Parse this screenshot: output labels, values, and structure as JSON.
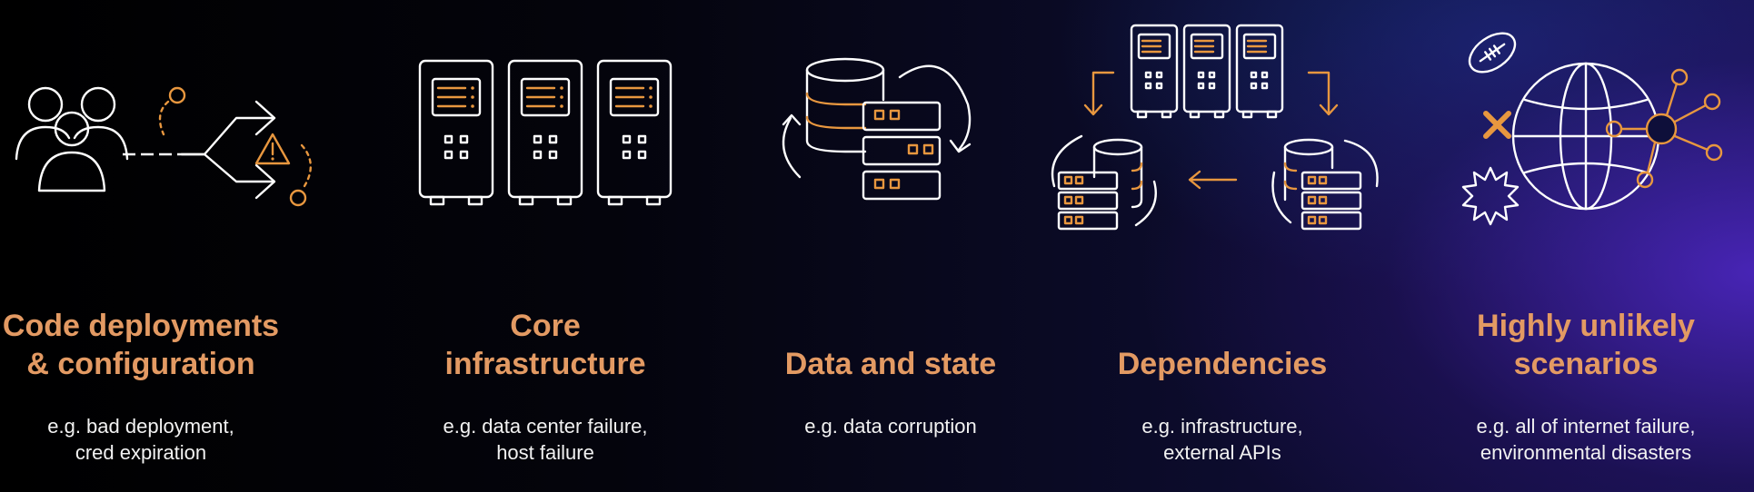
{
  "columns": [
    {
      "title_line1": "Code deployments",
      "title_line2": "& configuration",
      "desc_line1": "e.g. bad deployment,",
      "desc_line2": "cred expiration",
      "icon": "deployment-users-icon"
    },
    {
      "title_line1": "Core",
      "title_line2": "infrastructure",
      "desc_line1": "e.g. data center failure,",
      "desc_line2": "host failure",
      "icon": "server-racks-icon"
    },
    {
      "title_line1": "Data and state",
      "title_line2": "",
      "desc_line1": "e.g. data corruption",
      "desc_line2": "",
      "icon": "database-sync-icon"
    },
    {
      "title_line1": "Dependencies",
      "title_line2": "",
      "desc_line1": "e.g. infrastructure,",
      "desc_line2": "external APIs",
      "icon": "dependencies-icon"
    },
    {
      "title_line1": "Highly unlikely",
      "title_line2": "scenarios",
      "desc_line1": "e.g. all of internet failure,",
      "desc_line2": "environmental disasters",
      "icon": "globe-network-icon"
    }
  ],
  "colors": {
    "accent": "#e39a63",
    "icon_orange": "#e8973f",
    "text": "#f2f2f2"
  }
}
